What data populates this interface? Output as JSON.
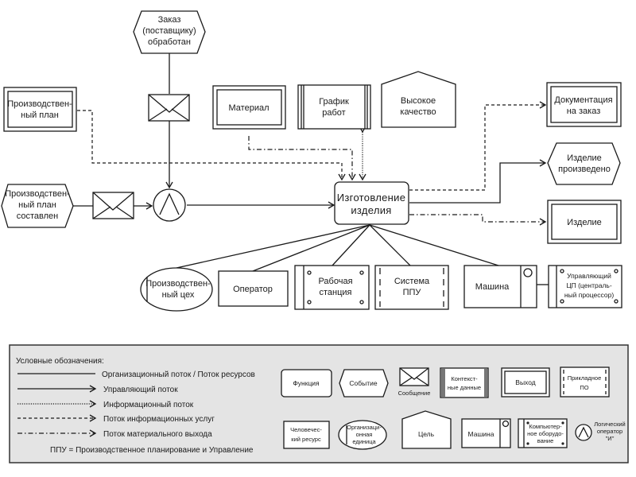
{
  "diagram": {
    "function": {
      "label_lines": [
        "Изготовление",
        "изделия"
      ]
    },
    "events": {
      "order_processed": {
        "label_lines": [
          "Заказ",
          "(поставщику)",
          "обработан"
        ]
      },
      "plan_composed": {
        "label_lines": [
          "Производствен-",
          "ный план",
          "составлен"
        ]
      },
      "product_made": {
        "label_lines": [
          "Изделие",
          "произведено"
        ]
      }
    },
    "inputs": {
      "production_plan": {
        "label_lines": [
          "Производствен-",
          "ный план"
        ]
      },
      "material": {
        "label_lines": [
          "Материал"
        ]
      },
      "work_schedule": {
        "label_lines": [
          "График",
          "работ"
        ]
      },
      "high_quality": {
        "label_lines": [
          "Высокое",
          "качество"
        ]
      }
    },
    "outputs": {
      "order_docs": {
        "label_lines": [
          "Документация",
          "на заказ"
        ]
      },
      "product": {
        "label_lines": [
          "Изделие"
        ]
      }
    },
    "resources": {
      "workshop": {
        "label_lines": [
          "Производствен-",
          "ный цех"
        ]
      },
      "operator": {
        "label_lines": [
          "Оператор"
        ]
      },
      "workstation": {
        "label_lines": [
          "Рабочая",
          "станция"
        ]
      },
      "ppu_system": {
        "label_lines": [
          "Система",
          "ППУ"
        ]
      },
      "machine": {
        "label_lines": [
          "Машина"
        ]
      },
      "cpu": {
        "label_lines": [
          "Управляющий",
          "ЦП (централь-",
          "ный процессор)"
        ]
      }
    },
    "logical_operator": {
      "symbol": "∧"
    }
  },
  "legend": {
    "title": "Условные обозначения:",
    "lines": [
      {
        "label": "Организационный поток / Поток ресурсов",
        "style": "solid",
        "arrow": false
      },
      {
        "label": "Управляющий поток",
        "style": "solid",
        "arrow": true
      },
      {
        "label": "Информационный поток",
        "style": "dotted",
        "arrow": true
      },
      {
        "label": "Поток информационных услуг",
        "style": "dashed",
        "arrow": true
      },
      {
        "label": "Поток материального выхода",
        "style": "dash-dot",
        "arrow": true
      }
    ],
    "abbreviation": "ППУ = Производственное планирование и Управление",
    "symbols": {
      "function": "Функция",
      "event": "Событие",
      "message": "Сообщение",
      "context_data": [
        "Контекст-",
        "ные данные"
      ],
      "output": "Выход",
      "app_software": [
        "Прикладное",
        "ПО"
      ],
      "human_resource": [
        "Человечес-",
        "кий ресурс"
      ],
      "org_unit": [
        "Организаци-",
        "онная",
        "единица"
      ],
      "goal": "Цель",
      "machine": "Машина",
      "computer_hw": [
        "Компьютер-",
        "ное оборудо-",
        "вание"
      ],
      "logical_and": [
        "Логический",
        "оператор",
        "\"И\""
      ]
    }
  }
}
